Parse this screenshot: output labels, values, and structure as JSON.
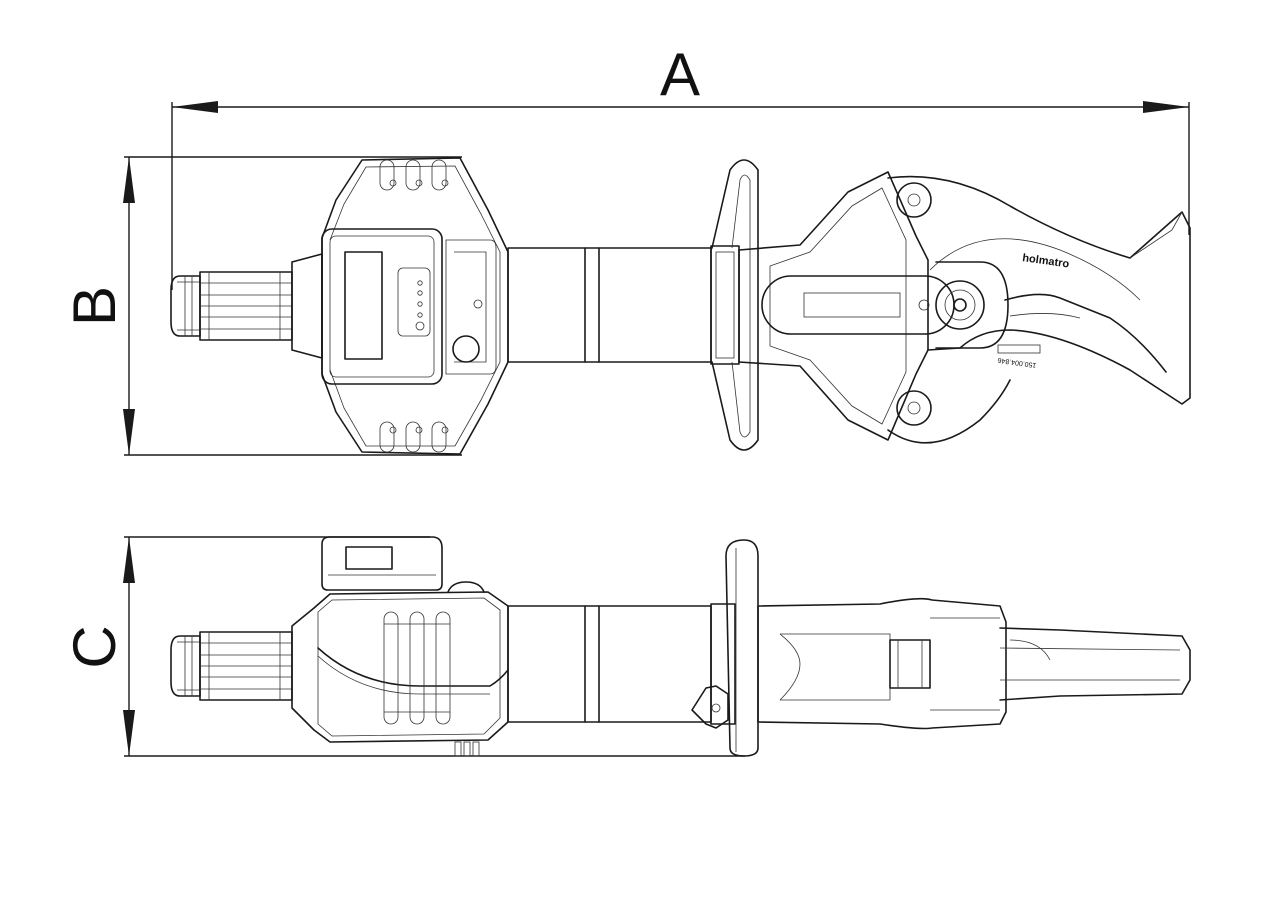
{
  "dimensions": {
    "a": "A",
    "b": "B",
    "c": "C"
  },
  "tool": {
    "brand": "holmatro",
    "serial": "150.004.846"
  }
}
